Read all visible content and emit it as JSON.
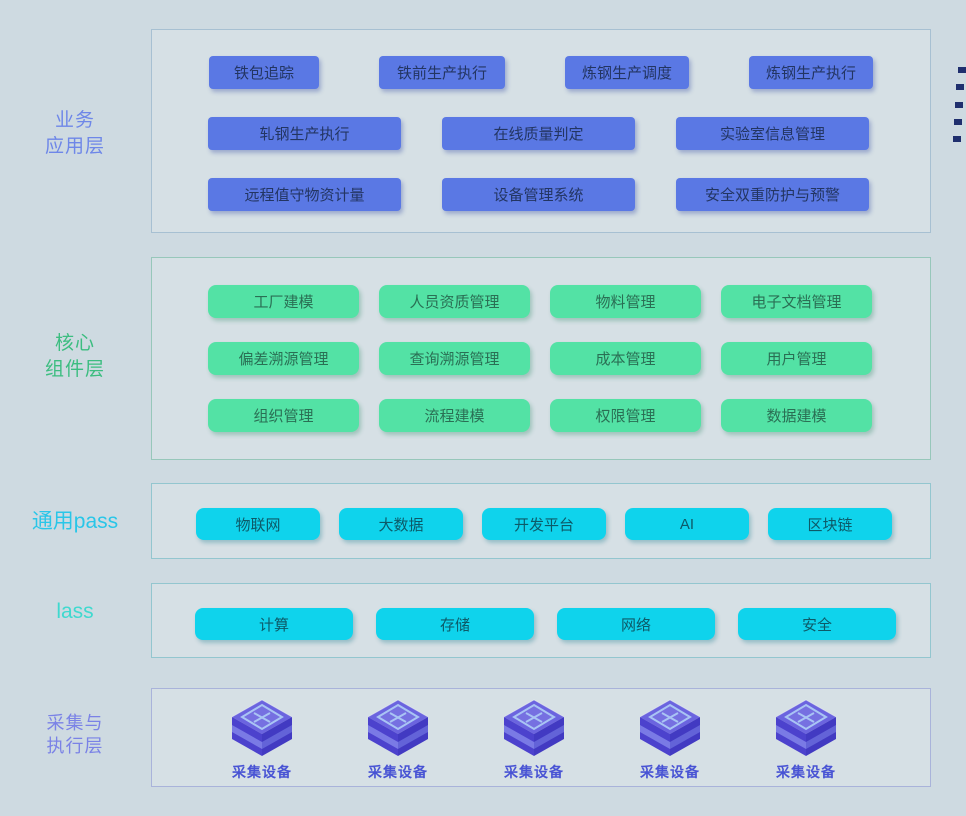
{
  "layers": {
    "business": {
      "label_lines": [
        "业务",
        "应用层"
      ],
      "rows": [
        [
          "铁包追踪",
          "铁前生产执行",
          "炼钢生产调度",
          "炼钢生产执行"
        ],
        [
          "轧钢生产执行",
          "在线质量判定",
          "实验室信息管理"
        ],
        [
          "远程值守物资计量",
          "设备管理系统",
          "安全双重防护与预警"
        ]
      ]
    },
    "core": {
      "label_lines": [
        "核心",
        "组件层"
      ],
      "rows": [
        [
          "工厂建模",
          "人员资质管理",
          "物料管理",
          "电子文档管理"
        ],
        [
          "偏差溯源管理",
          "查询溯源管理",
          "成本管理",
          "用户管理"
        ],
        [
          "组织管理",
          "流程建模",
          "权限管理",
          "数据建模"
        ]
      ]
    },
    "paas": {
      "label": "通用pass",
      "rows": [
        [
          "物联网",
          "大数据",
          "开发平台",
          "AI",
          "区块链"
        ]
      ]
    },
    "iaas": {
      "label": "lass",
      "rows": [
        [
          "计算",
          "存储",
          "网络",
          "安全"
        ]
      ]
    },
    "collection": {
      "label_lines": [
        "采集与",
        "执行层"
      ],
      "devices": [
        "采集设备",
        "采集设备",
        "采集设备",
        "采集设备",
        "采集设备"
      ]
    }
  },
  "decoration": {
    "dash_count": 5
  },
  "colors": {
    "page_background": "#cedae1",
    "business_button": "#5a78e4",
    "business_button_text": "#233562",
    "business_label": "#6e87e8",
    "core_button": "#53e2a5",
    "core_button_text": "#2a6f54",
    "core_label": "#3cbd80",
    "paas_iaas_button": "#0fd3ec",
    "paas_iaas_button_text": "#0d5a68",
    "paas_label": "#29c6e8",
    "iaas_label": "#3fd9cf",
    "collection_label": "#7a82e6",
    "device_label": "#4853d4",
    "cube_top": "#6b64df",
    "cube_left": "#4c42cd",
    "cube_right": "#423ac2",
    "dash": "#1f2f6e"
  }
}
